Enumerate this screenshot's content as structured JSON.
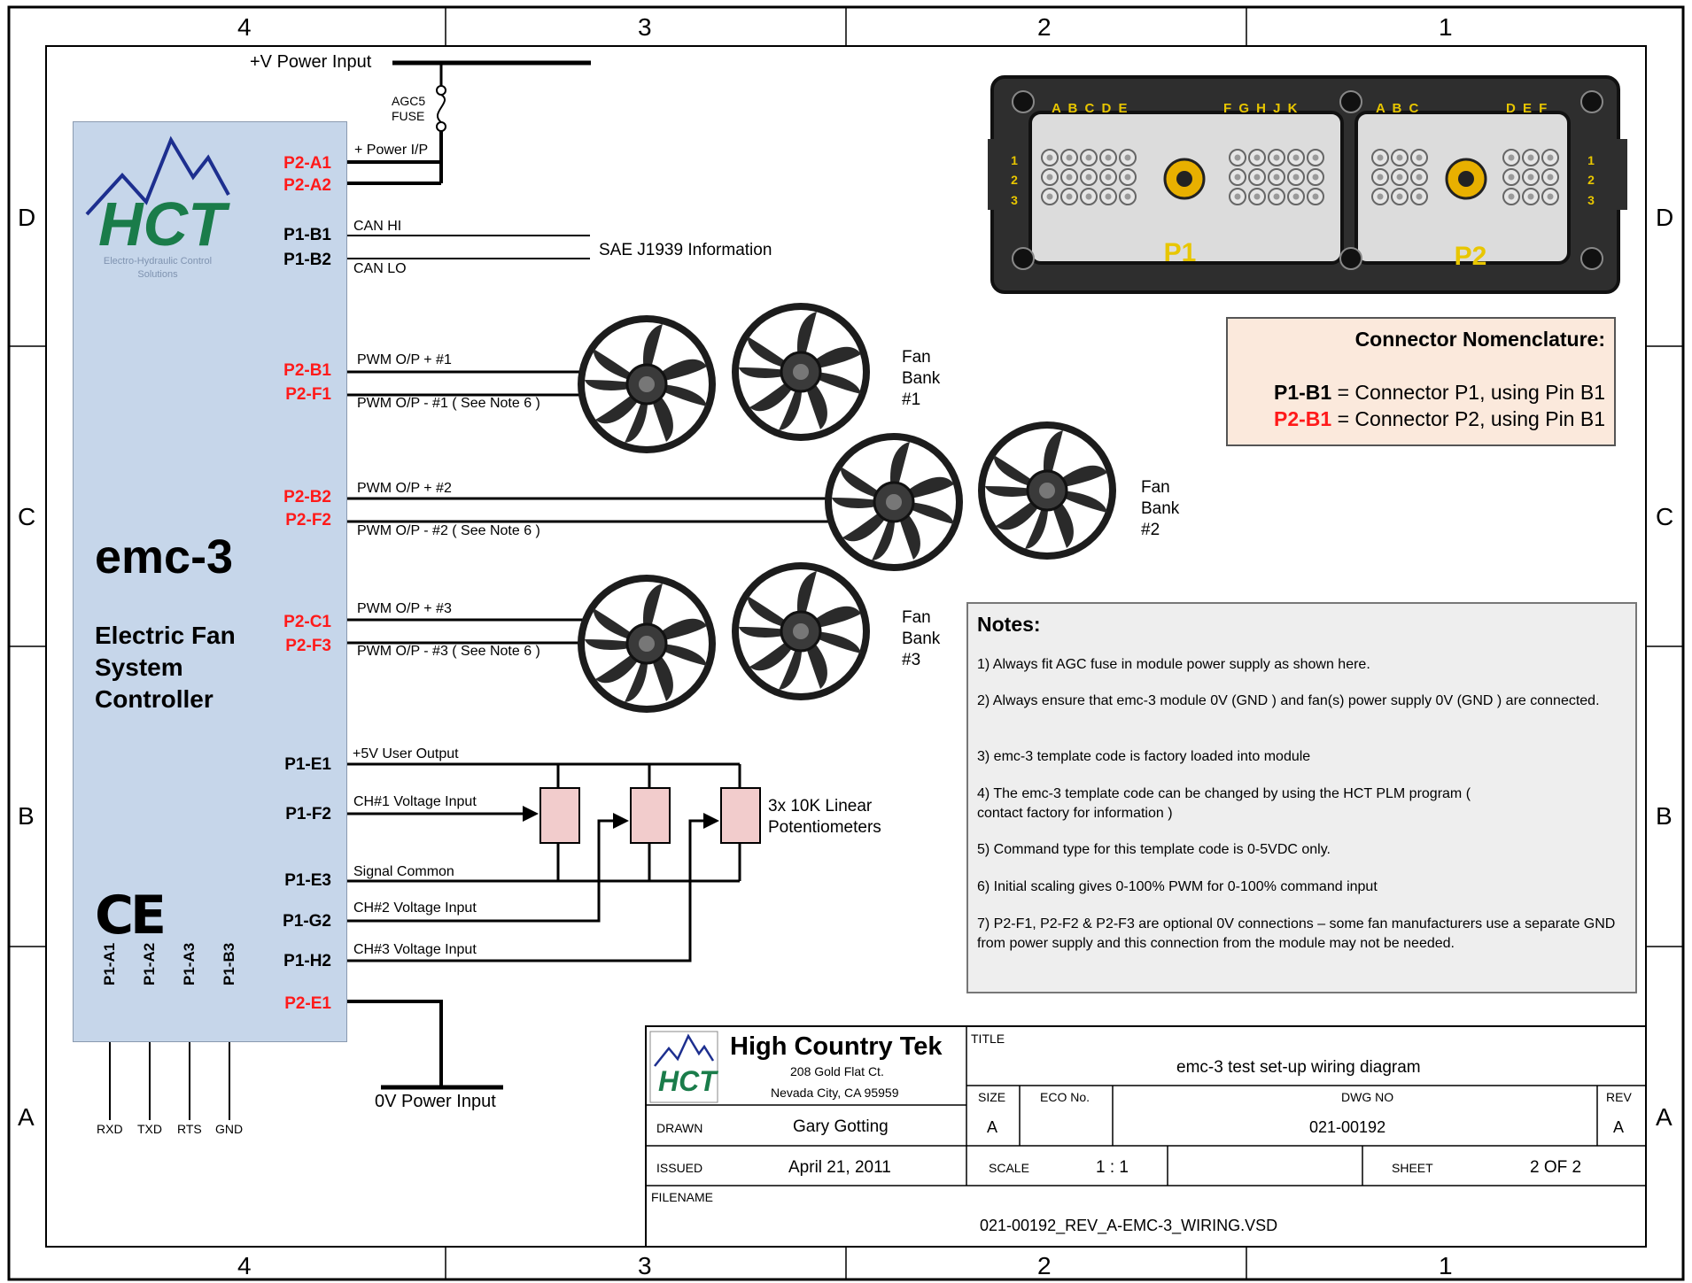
{
  "border": {
    "columns": [
      "4",
      "3",
      "2",
      "1"
    ],
    "rows": [
      "D",
      "C",
      "B",
      "A"
    ]
  },
  "module": {
    "logo_text": "HCT",
    "logo_subtitle": "Electro-Hydraulic Control Solutions",
    "name": "emc-3",
    "description": [
      "Electric Fan",
      "System",
      "Controller"
    ],
    "ce_mark": "CE",
    "serial_pins": [
      "P1-A1",
      "P1-A2",
      "P1-A3",
      "P1-B3"
    ],
    "serial_labels": [
      "RXD",
      "TXD",
      "RTS",
      "GND"
    ]
  },
  "power": {
    "input_label": "+V Power Input",
    "fuse_label": [
      "AGC5",
      "FUSE"
    ],
    "ground_label": "0V Power Input"
  },
  "pins": [
    {
      "id": "P2-A1",
      "color": "red"
    },
    {
      "id": "P2-A2",
      "color": "red"
    },
    {
      "id": "P1-B1",
      "color": "black"
    },
    {
      "id": "P1-B2",
      "color": "black"
    },
    {
      "id": "P2-B1",
      "color": "red"
    },
    {
      "id": "P2-F1",
      "color": "red"
    },
    {
      "id": "P2-B2",
      "color": "red"
    },
    {
      "id": "P2-F2",
      "color": "red"
    },
    {
      "id": "P2-C1",
      "color": "red"
    },
    {
      "id": "P2-F3",
      "color": "red"
    },
    {
      "id": "P1-E1",
      "color": "black"
    },
    {
      "id": "P1-F2",
      "color": "black"
    },
    {
      "id": "P1-E3",
      "color": "black"
    },
    {
      "id": "P1-G2",
      "color": "black"
    },
    {
      "id": "P1-H2",
      "color": "black"
    },
    {
      "id": "P2-E1",
      "color": "red"
    }
  ],
  "wires": {
    "power_ip": "+ Power I/P",
    "can_hi": "CAN HI",
    "can_lo": "CAN LO",
    "j1939": "SAE J1939 Information",
    "pwm1_pos": "PWM O/P + #1",
    "pwm1_neg": "PWM O/P - #1 ( See Note 6 )",
    "pwm2_pos": "PWM O/P + #2",
    "pwm2_neg": "PWM O/P - #2 ( See Note 6 )",
    "pwm3_pos": "PWM O/P + #3",
    "pwm3_neg": "PWM O/P - #3 ( See Note 6 )",
    "user_5v": "+5V User Output",
    "ch1": "CH#1 Voltage Input",
    "signal_common": "Signal Common",
    "ch2": "CH#2 Voltage Input",
    "ch3": "CH#3 Voltage Input"
  },
  "fan_banks": [
    {
      "label": [
        "Fan",
        "Bank",
        "#1"
      ]
    },
    {
      "label": [
        "Fan",
        "Bank",
        "#2"
      ]
    },
    {
      "label": [
        "Fan",
        "Bank",
        "#3"
      ]
    }
  ],
  "potentiometers": [
    "3x 10K Linear",
    "Potentiometers"
  ],
  "connector": {
    "p1_label": "P1",
    "p2_label": "P2",
    "p1_letters_left": "A B C D E",
    "p1_letters_right": "F G H J K",
    "p2_letters_left": "A B C",
    "p2_letters_right": "D E F",
    "row_numbers": [
      "1",
      "2",
      "3"
    ],
    "accent_color": "#e8c600"
  },
  "nomenclature": {
    "title": "Connector Nomenclature:",
    "rows": [
      {
        "code": "P1-B1",
        "text": " = Connector P1, using Pin B1",
        "color": "black"
      },
      {
        "code": "P2-B1",
        "text": " = Connector P2, using Pin B1",
        "color": "red"
      }
    ]
  },
  "notes": {
    "title": "Notes:",
    "items": [
      "1) Always fit AGC fuse in module power supply as shown here.",
      "2) Always ensure that emc-3 module 0V (GND ) and fan(s) power supply 0V (GND ) are connected.",
      "3) emc-3 template code is factory loaded into module",
      "4) The emc-3 template code can be changed by using the HCT PLM program ( contact factory for information )",
      "5) Command type for this template code is 0-5VDC only.",
      "6) Initial scaling gives 0-100% PWM for 0-100% command input",
      "7) P2-F1, P2-F2 & P2-F3 are optional 0V connections – some fan manufacturers use a separate GND from power supply and this connection from the module may not be needed."
    ]
  },
  "title_block": {
    "company": "High Country Tek",
    "address1": "208 Gold Flat Ct.",
    "address2": "Nevada City, CA 95959",
    "logo_text": "HCT",
    "title_label": "TITLE",
    "title": "emc-3 test set-up wiring diagram",
    "size_label": "SIZE",
    "size": "A",
    "eco_label": "ECO No.",
    "dwg_label": "DWG NO",
    "dwg_no": "021-00192",
    "rev_label": "REV",
    "rev": "A",
    "drawn_label": "DRAWN",
    "drawn": "Gary Gotting",
    "issued_label": "ISSUED",
    "issued": "April 21, 2011",
    "scale_label": "SCALE",
    "scale": "1 : 1",
    "sheet_label": "SHEET",
    "sheet": "2 OF 2",
    "filename_label": "FILENAME",
    "filename": "021-00192_REV_A-EMC-3_WIRING.VSD"
  }
}
